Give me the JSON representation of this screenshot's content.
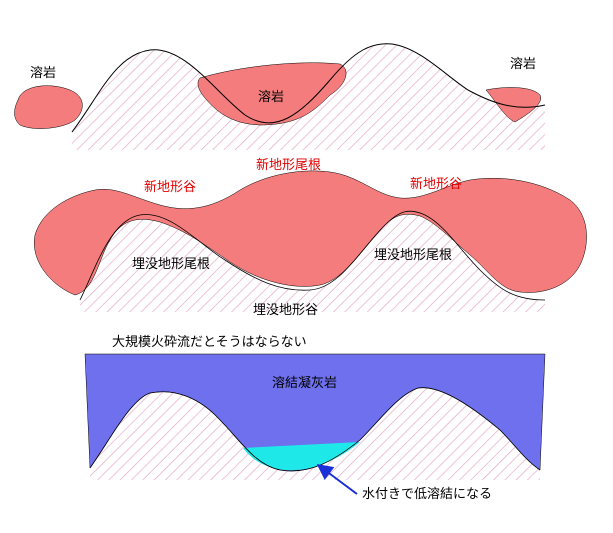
{
  "colors": {
    "lava": "#f47c7c",
    "welded_tuff": "#6e70ee",
    "low_welded": "#1ee8e8",
    "hatch": "#e4a9c8",
    "surface_line": "#000000",
    "new_label": "#e00000",
    "arrow": "#1a2fd8"
  },
  "panel1": {
    "labels": {
      "lava_left": "溶岩",
      "lava_center": "溶岩",
      "lava_right": "溶岩"
    }
  },
  "panel2": {
    "labels": {
      "new_ridge": "新地形尾根",
      "new_valley_left": "新地形谷",
      "new_valley_right": "新地形谷",
      "buried_ridge_left": "埋没地形尾根",
      "buried_ridge_right": "埋没地形尾根",
      "buried_valley": "埋没地形谷"
    }
  },
  "panel3": {
    "title": "大規模火砕流だとそうはならない",
    "fill_label": "溶結凝灰岩",
    "arrow_label": "水付きで低溶結になる"
  }
}
